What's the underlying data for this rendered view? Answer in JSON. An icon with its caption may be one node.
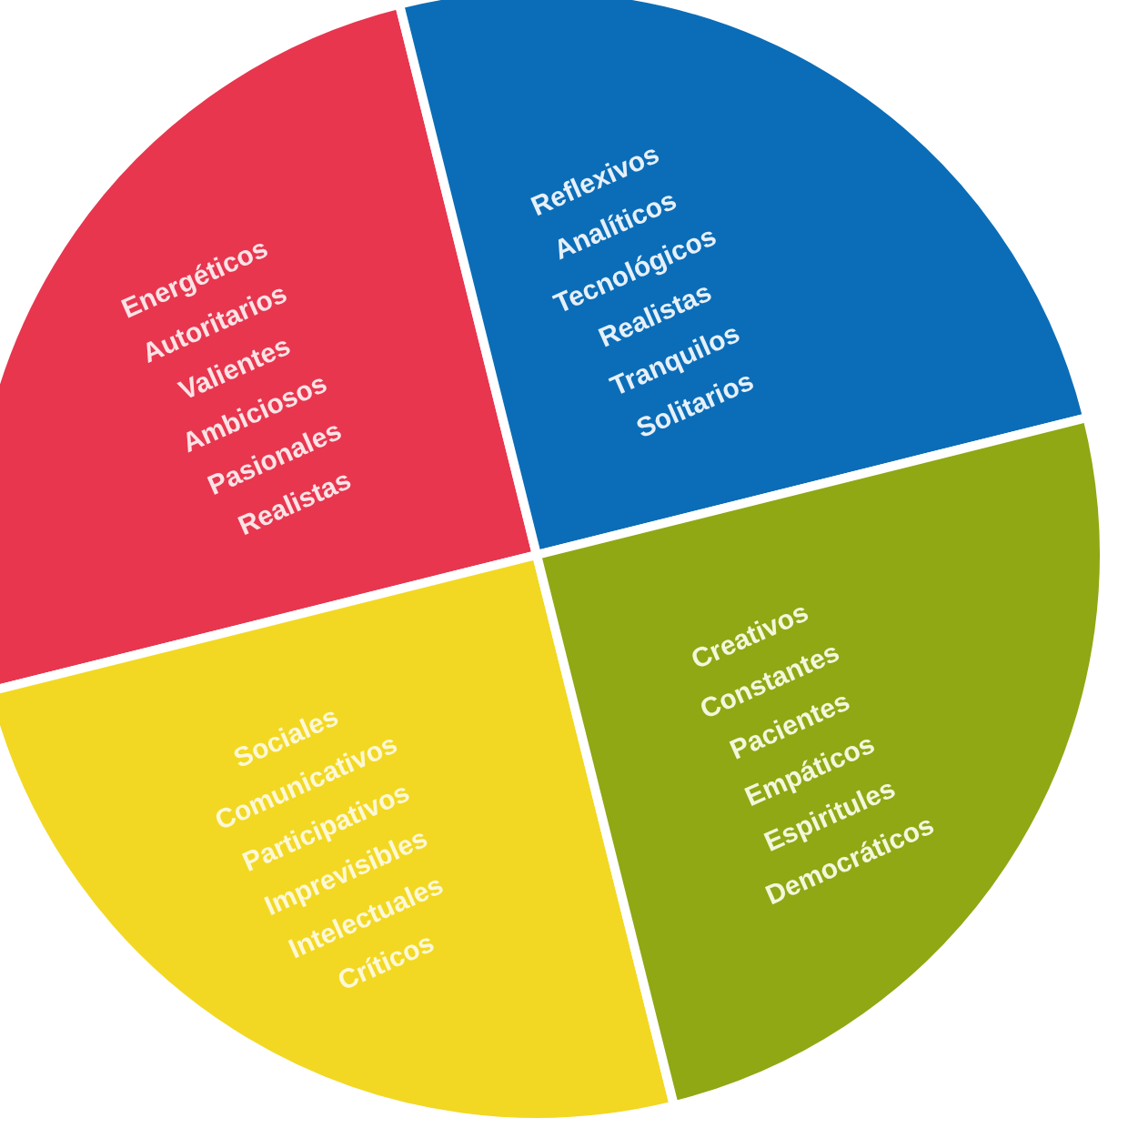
{
  "diagram": {
    "nodes": [
      {
        "text": [
          "Energéticos",
          "Autoritarios",
          "Valientes",
          "Ambiciosos",
          "Pasionales",
          "Realistas"
        ]
      },
      {
        "text": [
          "Reflexivos",
          "Analíticos",
          "Tecnológicos",
          "Realistas",
          "Tranquilos",
          "Solitarios"
        ]
      },
      {
        "text": [
          "Sociales",
          "Comunicativos",
          "Participativos",
          "Imprevisibles",
          "Intelectuales",
          "Críticos"
        ]
      },
      {
        "text": [
          "Creativos",
          "Constantes",
          "Pacientes",
          "Empáticos",
          "Espiritules",
          "Democráticos"
        ]
      }
    ]
  }
}
